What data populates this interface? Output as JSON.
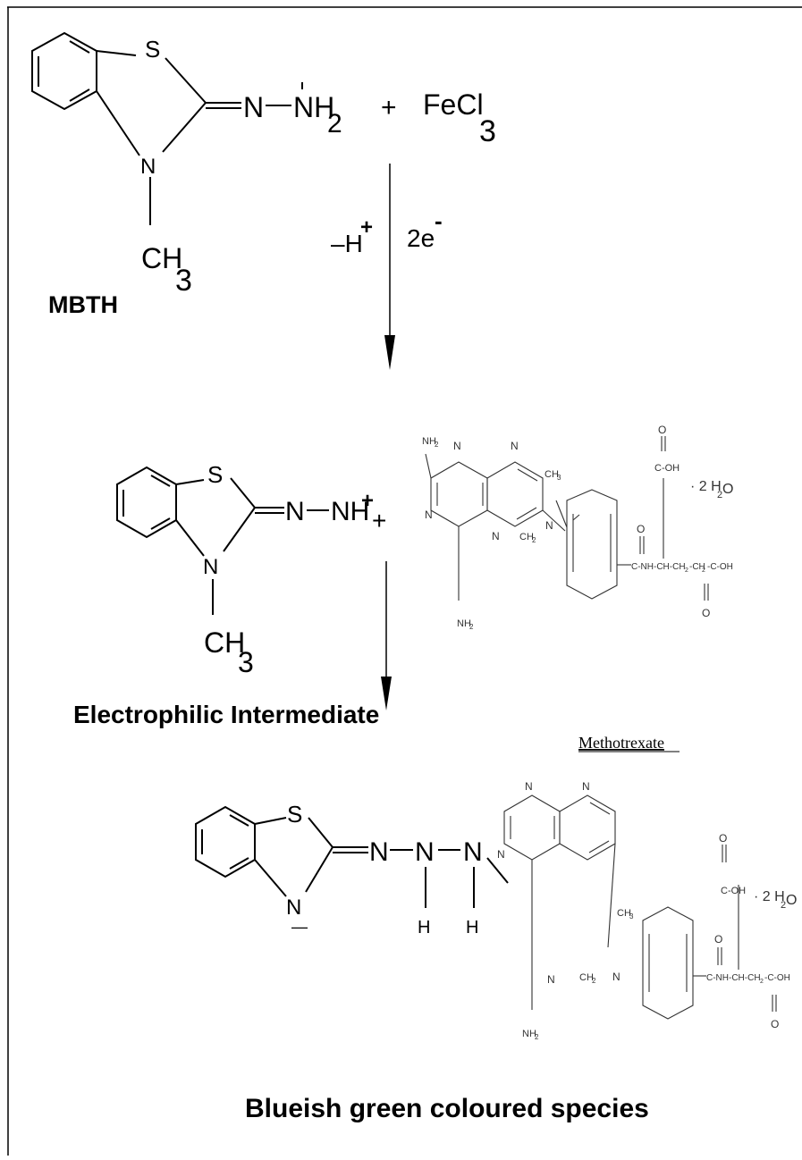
{
  "labels": {
    "mbth": "MBTH",
    "plus1": "+",
    "reagent": "FeCl",
    "reagent_sub": "3",
    "minus_h": "–H",
    "minus_h_sup": "+",
    "electrons": "2e",
    "electrons_sup": "-",
    "plus2": "+",
    "intermediate": "Electrophilic Intermediate",
    "drug": "Methotrexate",
    "product": "Blueish green coloured species"
  },
  "atoms": {
    "S": "S",
    "N": "N",
    "NH2": "NH",
    "NH2_sub": "2",
    "NHplus": "NH",
    "NHplus_sup": "+",
    "H": "H",
    "CH": "CH",
    "CH_sub": "3",
    "dash": "—"
  },
  "mtx_atoms": {
    "NH2": "NH",
    "NH2_sub": "2",
    "N": "N",
    "CH3": "CH",
    "CH3_sub": "3",
    "CH2": "CH",
    "CH2_sub": "2",
    "O": "O",
    "COOH": "C-OH",
    "water": "· 2 H",
    "water_sub": "2",
    "water_O": "O",
    "chain": "C-NH-CH-CH",
    "chain_sub": "2",
    "chain2": "-CH",
    "chain2_sub": "2",
    "chain_end": "-C-OH"
  }
}
